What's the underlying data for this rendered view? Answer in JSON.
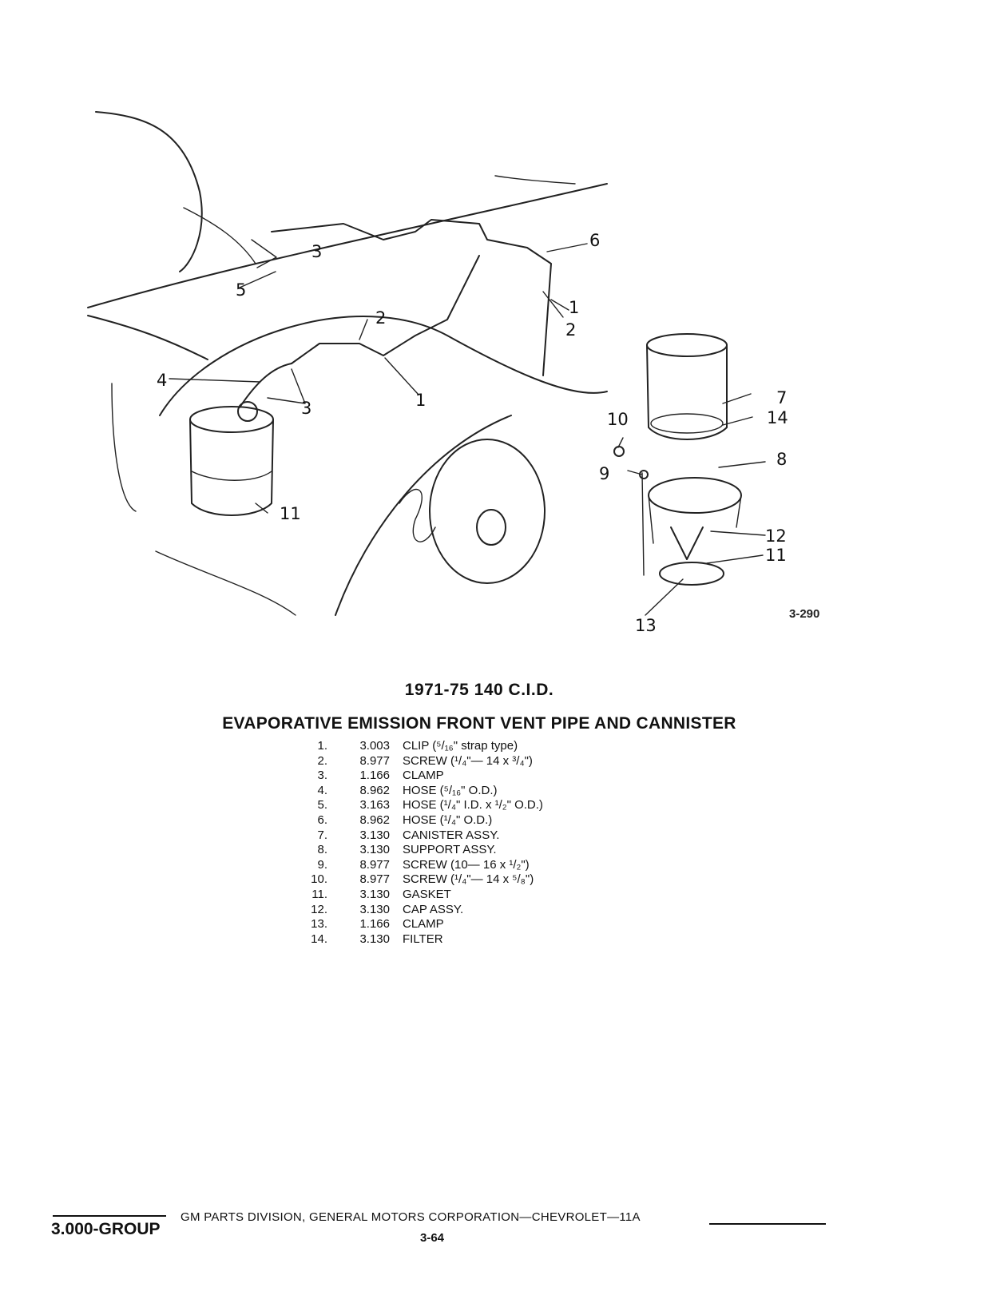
{
  "diagram": {
    "figure_number": "3-290",
    "callouts": [
      "1",
      "2",
      "3",
      "4",
      "5",
      "6",
      "7",
      "8",
      "9",
      "10",
      "11",
      "12",
      "13",
      "14"
    ]
  },
  "heading": {
    "subtitle": "1971-75 140 C.I.D.",
    "title": "EVAPORATIVE EMISSION FRONT VENT PIPE AND CANNISTER"
  },
  "parts": [
    {
      "no": "1.",
      "code": "3.003",
      "desc": "CLIP (⁵/₁₆\" strap type)"
    },
    {
      "no": "2.",
      "code": "8.977",
      "desc": "SCREW (¹/₄\"— 14 x ³/₄\")"
    },
    {
      "no": "3.",
      "code": "1.166",
      "desc": "CLAMP"
    },
    {
      "no": "4.",
      "code": "8.962",
      "desc": "HOSE (⁵/₁₆\" O.D.)"
    },
    {
      "no": "5.",
      "code": "3.163",
      "desc": "HOSE (¹/₄\" I.D. x ¹/₂\" O.D.)"
    },
    {
      "no": "6.",
      "code": "8.962",
      "desc": "HOSE (¹/₄\" O.D.)"
    },
    {
      "no": "7.",
      "code": "3.130",
      "desc": "CANISTER ASSY."
    },
    {
      "no": "8.",
      "code": "3.130",
      "desc": "SUPPORT ASSY."
    },
    {
      "no": "9.",
      "code": "8.977",
      "desc": "SCREW (10— 16 x ¹/₂\")"
    },
    {
      "no": "10.",
      "code": "8.977",
      "desc": "SCREW (¹/₄\"— 14 x ⁵/₈\")"
    },
    {
      "no": "11.",
      "code": "3.130",
      "desc": "GASKET"
    },
    {
      "no": "12.",
      "code": "3.130",
      "desc": "CAP ASSY."
    },
    {
      "no": "13.",
      "code": "1.166",
      "desc": "CLAMP"
    },
    {
      "no": "14.",
      "code": "3.130",
      "desc": "FILTER"
    }
  ],
  "footer": {
    "group": "3.000-GROUP",
    "division": "GM PARTS DIVISION, GENERAL MOTORS CORPORATION—CHEVROLET—11A",
    "page": "3-64"
  }
}
